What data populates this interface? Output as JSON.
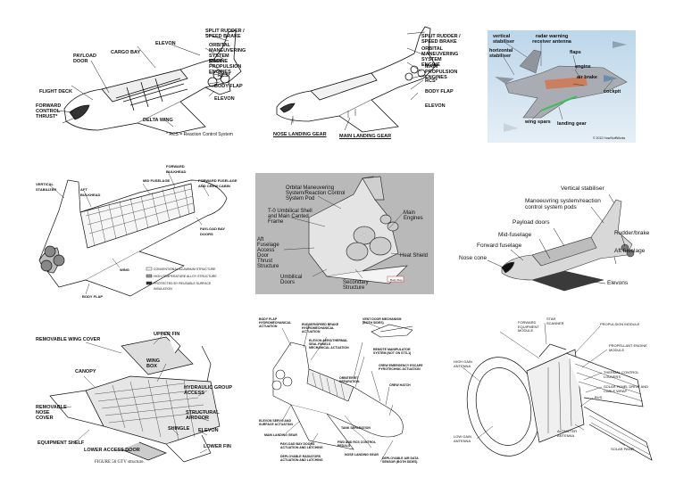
{
  "panels": [
    {
      "id": "p1",
      "labels": [
        "ELEVON",
        "SPLIT RUDDER / SPEED BRAKE",
        "ORBITAL MANEUVERING SYSTEM ENGINE",
        "MAIN PROPULSION ENGINES",
        "RCS*",
        "BODY FLAP",
        "ELEVON",
        "CARGO BAY",
        "PAYLOAD DOOR",
        "FLIGHT DECK",
        "FORWARD CONTROL THRUST*",
        "DELTA WING"
      ],
      "footnote": "* RCS = Reaction Control System"
    },
    {
      "id": "p2",
      "labels": [
        "SPLIT RUDDER / SPEED BRAKE",
        "ORBITAL MANEUVERING SYSTEM ENGINE",
        "MAIN PROPULSION ENGINES",
        "RCS*",
        "BODY FLAP",
        "ELEVON",
        "NOSE LANDING GEAR",
        "MAIN LANDING GEAR"
      ]
    },
    {
      "id": "p3",
      "labels": [
        "vertical stabiliser",
        "radar warning receiver antenna",
        "horizontal stabiliser",
        "flaps",
        "engine",
        "air brake",
        "cockpit",
        "wing spars",
        "landing gear"
      ],
      "copyright": "© 2012 HowStuffWorks"
    },
    {
      "id": "p4",
      "labels": [
        "FORWARD BULKHEAD",
        "VERTICAL STABILIZER",
        "AFT BULKHEAD",
        "MID FUSELAGE",
        "FORWARD FUSELAGE AND CREW CABIN",
        "PAYLOAD BAY DOORS",
        "WING",
        "BODY FLAP"
      ],
      "legend": [
        "CONVENTIONAL ALUMINUM STRUCTURE",
        "HIGH-TEMPERATURE ALLOY STRUCTURE",
        "PROTECTED BY REUSABLE SURFACE INSULATION"
      ]
    },
    {
      "id": "p5",
      "labels": [
        "Orbital Maneuvering System/Reaction Control System Pod",
        "T-0 Umbilical Shell and Main Canted Frame",
        "Main Engines",
        "Aft Fuselage Access Door",
        "Thrust Structure",
        "Heat Shield",
        "Umbilical Doors",
        "Secondary Structure",
        "Body Flap"
      ]
    },
    {
      "id": "p6",
      "labels": [
        "Vertical stabiliser",
        "Manoeuvring system/reaction control system pods",
        "Payload doors",
        "Rudder/brake",
        "Mid-fuselage",
        "Forward fuselage",
        "Aft fuselage",
        "Nose cone",
        "Elevons"
      ]
    },
    {
      "id": "p7",
      "labels": [
        "UPPER FIN",
        "REMOVABLE WING COVER",
        "CANOPY",
        "WING BOX",
        "HYDRAULIC GROUP ACCESS",
        "REMOVABLE NOSE COVER",
        "STRUCTURAL AIRDOOR",
        "ELEVON",
        "EQUIPMENT SHELF",
        "LOWER ACCESS DOOR",
        "SHINGLE",
        "LOWER FIN"
      ],
      "caption": "FIGURE 56  GTV structure."
    },
    {
      "id": "p8",
      "labels": [
        "BODY FLAP HYDROMECHANICAL ACTUATION",
        "RUDDER/SPEED BRAKE HYDROMECHANICAL ACTUATION",
        "ELEVON AERO/THERMAL SEAL PANELS MECHANICAL ACTUATION",
        "VENT DOOR MECHANISM (BOTH SIDES)",
        "REMOTE MANIPULATOR SYSTEM (NOT ON STS-1)",
        "CREW EMERGENCY ESCAPE PYROTECHNIC ACTUATION",
        "ORBITER/ET SEPARATION",
        "CREW HATCH",
        "ELEVON SERVO AND SURFACE ACTUATION",
        "MAIN LANDING GEAR",
        "PAYLOAD BAY DOORS ACTUATION AND LATCHING",
        "DEPLOYABLE RADIATORS ACTUATION AND LATCHING",
        "TANK SEPARATION",
        "FWD AND RCS CONTROL PEDALS",
        "NOSE LANDING GEAR",
        "DEPLOYABLE AIR DATA SENSOR (BOTH SIDES)"
      ]
    },
    {
      "id": "p9",
      "labels": [
        "FORWARD EQUIPMENT MODULE",
        "STAR SCANNER",
        "PROPULSION MODULE",
        "HIGH GAIN ANTENNA",
        "PROPELLANT ENGINE MODULE",
        "THERMAL CONTROL LOUVERS",
        "SOLAR PANEL DRIVE AND CABLE WRAP",
        "LOW GAIN ANTENNA",
        "BUS",
        "ALTIMETER ANTENNA",
        "SOLAR PANEL"
      ]
    }
  ]
}
